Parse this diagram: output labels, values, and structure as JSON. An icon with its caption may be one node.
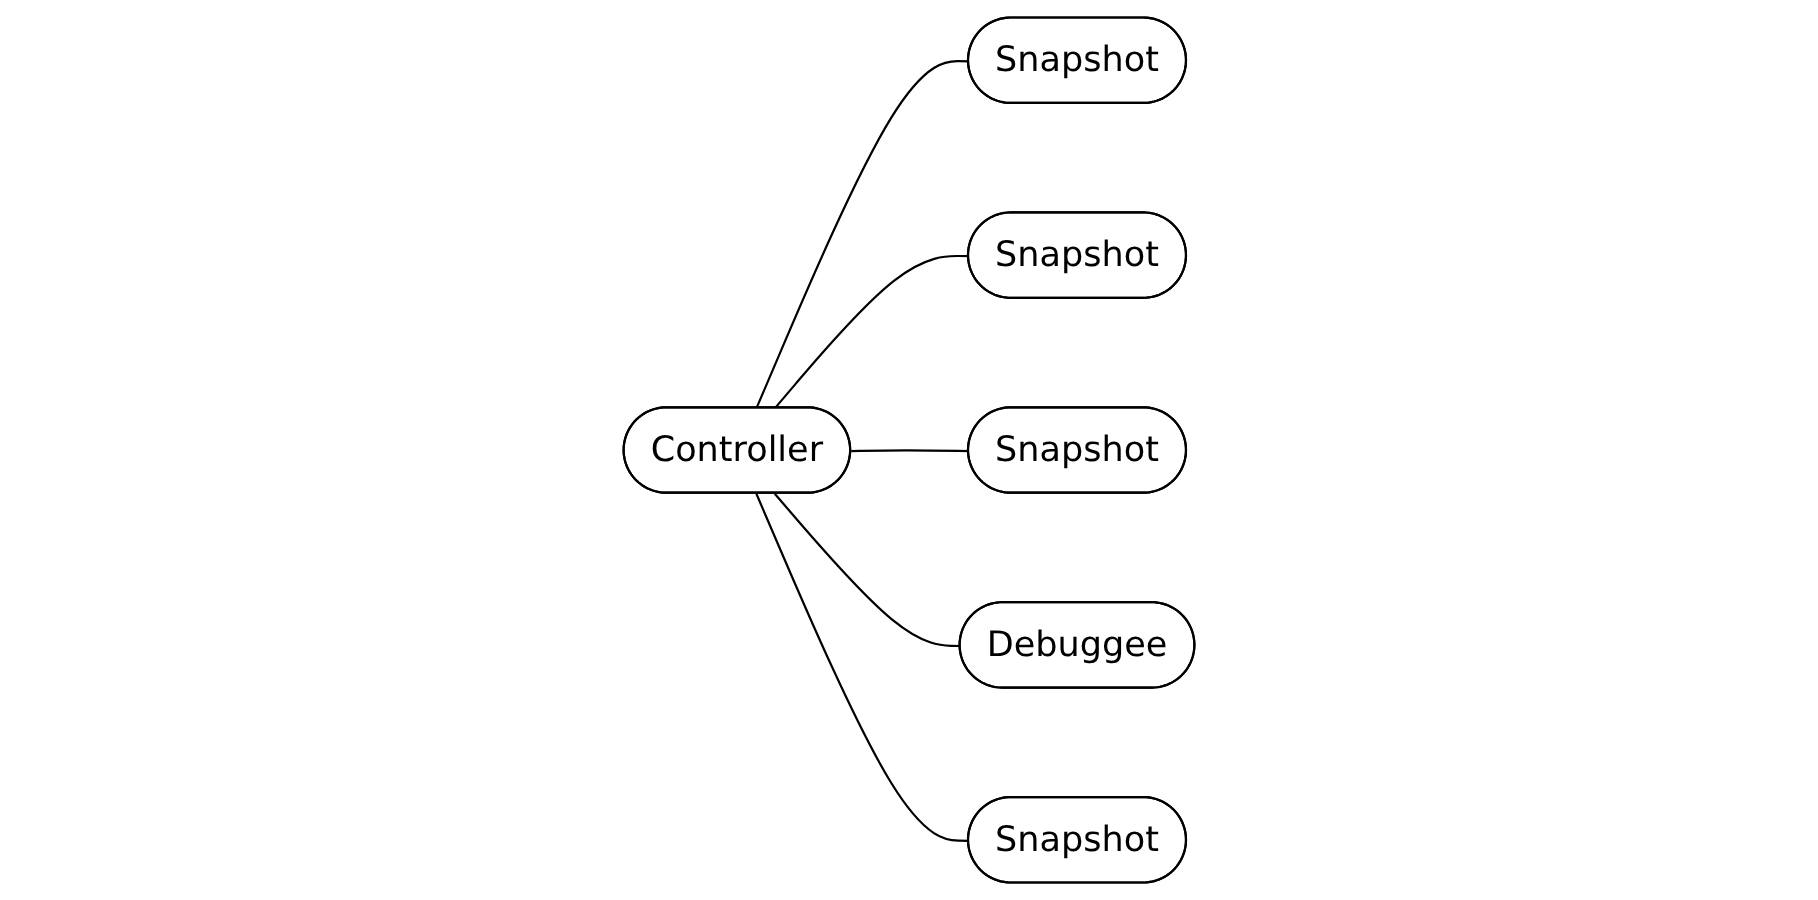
{
  "diagram": {
    "nodes": [
      {
        "text": [
          "Snapshot"
        ]
      },
      {
        "text": [
          "Snapshot"
        ]
      },
      {
        "text": [
          "Controller"
        ]
      },
      {
        "text": [
          "Snapshot"
        ]
      },
      {
        "text": [
          "Debuggee"
        ]
      },
      {
        "text": [
          "Snapshot"
        ]
      }
    ],
    "edges": [
      {
        "from": 2,
        "to": 0,
        "arrow": "none"
      },
      {
        "from": 2,
        "to": 1,
        "arrow": "none"
      },
      {
        "from": 2,
        "to": 3,
        "arrow": "none"
      },
      {
        "from": 2,
        "to": 4,
        "arrow": "none"
      },
      {
        "from": 2,
        "to": 5,
        "arrow": "none"
      }
    ]
  }
}
